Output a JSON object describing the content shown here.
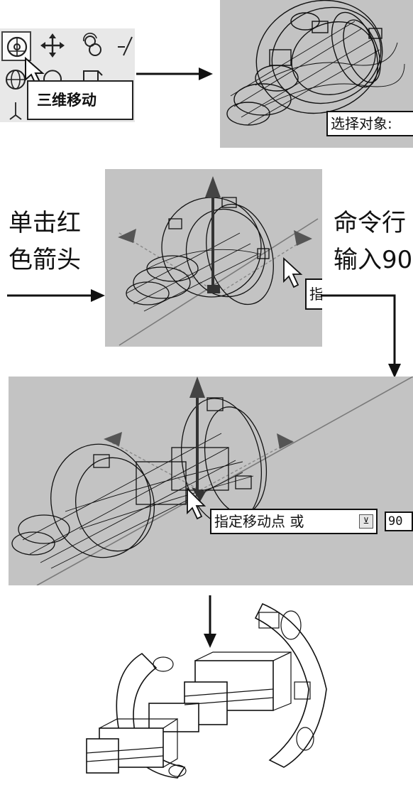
{
  "toolbar": {
    "tooltip": "三维移动"
  },
  "panel1": {
    "prompt": "选择对象:"
  },
  "step_label_left": {
    "line1": "单击红",
    "line2": "色箭头"
  },
  "step_label_right": {
    "line1": "命令行",
    "line2": "输入90"
  },
  "panel2": {
    "prompt": "指"
  },
  "panel3": {
    "prompt": "指定移动点 或",
    "input_value": "90"
  },
  "colors": {
    "viewport_bg": "#c3c3c3",
    "wire": "#1a1a1a",
    "axis": "#7a7a7a",
    "gizmo": "#444444"
  },
  "icons": [
    "3d-move-icon",
    "move-icon",
    "3d-rotate-icon",
    "tool-icon",
    "globe-icon",
    "cursor-icon",
    "arrow-icon",
    "down-arrow-icon"
  ]
}
